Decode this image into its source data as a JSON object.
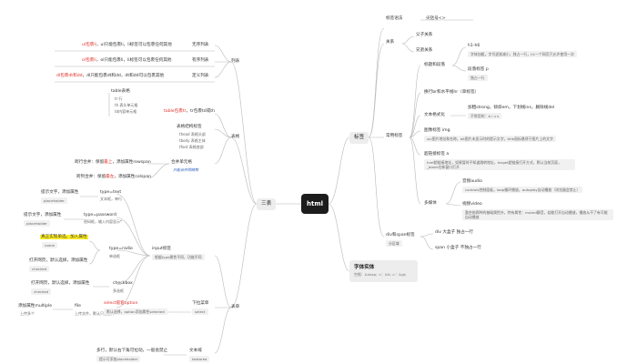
{
  "root": "html",
  "branches": {
    "list": "列表",
    "table": "表格",
    "three": "三表",
    "form": "表单",
    "tags": "标签",
    "font": "字体实体"
  },
  "font_note": "空格：&nbsp;  <：&lt;  >：&gt;",
  "list_section": {
    "ul": {
      "tag": "ul包裹li",
      "rest": "，ul只能包裹li，li标签可以包裹任何其他",
      "label": "无序列表"
    },
    "ol": {
      "tag": "ol包裹li",
      "rest": "，ol只能包裹li，li标签可以包裹任何其他",
      "label": "有序列表"
    },
    "dl": {
      "tag": "dl包裹dt和dd",
      "rest": "，dl只能包裹dt和dd，dt和dd可以包裹其他",
      "label": "定义列表"
    }
  },
  "table_section": {
    "tag_title": "table表格",
    "items": [
      "tr 行",
      "th 表头单元格",
      "td内容单元格"
    ],
    "wrap_tag": "table包裹tr",
    "wrap_rest": "，tr包裹td或th",
    "struct_title": "表格结构标签",
    "struct_items": [
      "thead 表格头部",
      "tbody 表格主体",
      "tfoot 表格底部"
    ],
    "merge_label": "合并单元格",
    "merge_note": "只能合并同结构",
    "row_merge": {
      "pre": "跨行合并：保留",
      "key": "最上",
      "post": "，添加属性rowspan"
    },
    "col_merge": {
      "pre": "跨列合并：保留",
      "key": "最左",
      "post": "，添加属性colspan"
    }
  },
  "form_section": {
    "input_label": "input标签",
    "input_note": "根据type属性不同，功能不同",
    "text": {
      "title": "提示文字，添加属性",
      "attr": "placeholder",
      "type": "type=text",
      "desc": "文本框，单行"
    },
    "password": {
      "title": "提示文字，添加属性",
      "attr": "placeholder",
      "type": "type=password",
      "desc": "密码框，输入内容显示*"
    },
    "radio": {
      "title": "真正实现单选，加入属性",
      "attr": "name",
      "type": "type=radio",
      "desc": "单选框"
    },
    "radio_checked": {
      "title": "打开网页，默认选择，添加属性",
      "attr": "checked"
    },
    "checkbox": {
      "title": "打开网页，默认选择，添加属性",
      "attr": "checked",
      "type": "checkbox",
      "desc": "多选框"
    },
    "file": {
      "title": "添加属性multiple",
      "note": "上传多个",
      "type": "file",
      "desc": "上传文件，默认只能上传一个"
    },
    "select": {
      "label": "下拉菜单",
      "note": "select",
      "tag": "select嵌套option",
      "desc": "默认选择，option添加属性selected"
    },
    "textarea": {
      "label": "文本域",
      "note": "textarea",
      "desc": "多行，默认右下角可拉动，一般会禁止",
      "desc_note": "提示可添加placeholder"
    }
  },
  "tags_section": {
    "syntax": {
      "label": "标签语法",
      "value": "尖括号<>"
    },
    "relation": {
      "label": "关系",
      "parent": "父子关系",
      "sibling": "兄弟关系"
    },
    "common": "常用标签",
    "heading": {
      "label": "标题和段落",
      "h": "h1-h6",
      "h_note": "字体加粗，字号逐渐减小，独占一行，h1一个网页只允许使用一次",
      "p": "段落标签 p",
      "p_note": "独占一行"
    },
    "br": "换行br和水平线hr（单标签）",
    "format": {
      "label": "文本格式化",
      "bold": "加粗strong，倾斜em，下划线ins，删除线del",
      "bold_note": "不常用的：b i u s"
    },
    "img": {
      "label": "图像标签 img",
      "note": "src图片地址和名称，alt图片未显示时的提示文字，title鼠标悬停于图片上的文字"
    },
    "link": {
      "label": "超链接标签 a",
      "note": "href超链接地址，如果暂时不知道跳转地址，target超链接打开方式，默认当前页面，_blank在新窗口打开"
    },
    "media": {
      "label": "多媒体",
      "audio": "音频audio",
      "audio_note": "controls控制面板，loop循环播放，autoplay自动播放（浏览器会禁止）",
      "video": "视频video",
      "video_note": "整合前两种的基础属性外，特有属性：muted静音，若能打开自动播放，播放从不了有可能自动播放"
    },
    "divspan": {
      "label": "div和span标签",
      "note": "分区域",
      "div": "div 大盒子 独占一行",
      "span": "span 小盒子 不独占一行"
    }
  }
}
